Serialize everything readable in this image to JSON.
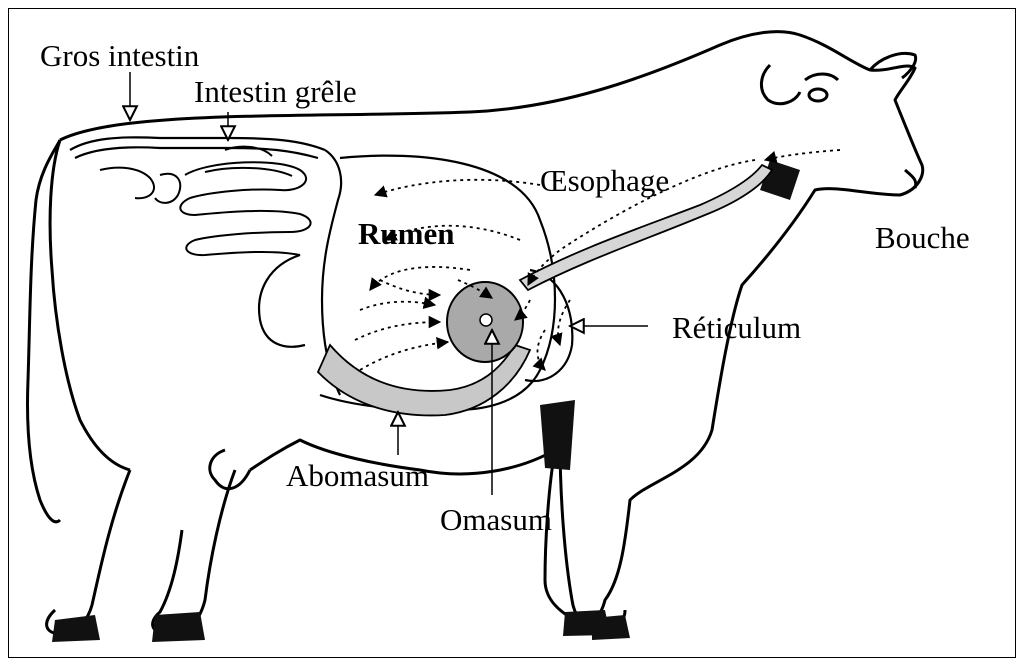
{
  "diagram": {
    "labels": {
      "gros_intestin": "Gros intestin",
      "intestin_grele": "Intestin grêle",
      "oesophage": "Œsophage",
      "rumen": "Rumen",
      "bouche": "Bouche",
      "reticulum": "Réticulum",
      "abomasum": "Abomasum",
      "omasum": "Omasum"
    },
    "colors": {
      "outline": "#000000",
      "omasum_fill": "#a9a9a9",
      "abomasum_fill": "#c8c8c8",
      "esophagus_fill": "#d6d6d6",
      "background": "#ffffff"
    }
  }
}
